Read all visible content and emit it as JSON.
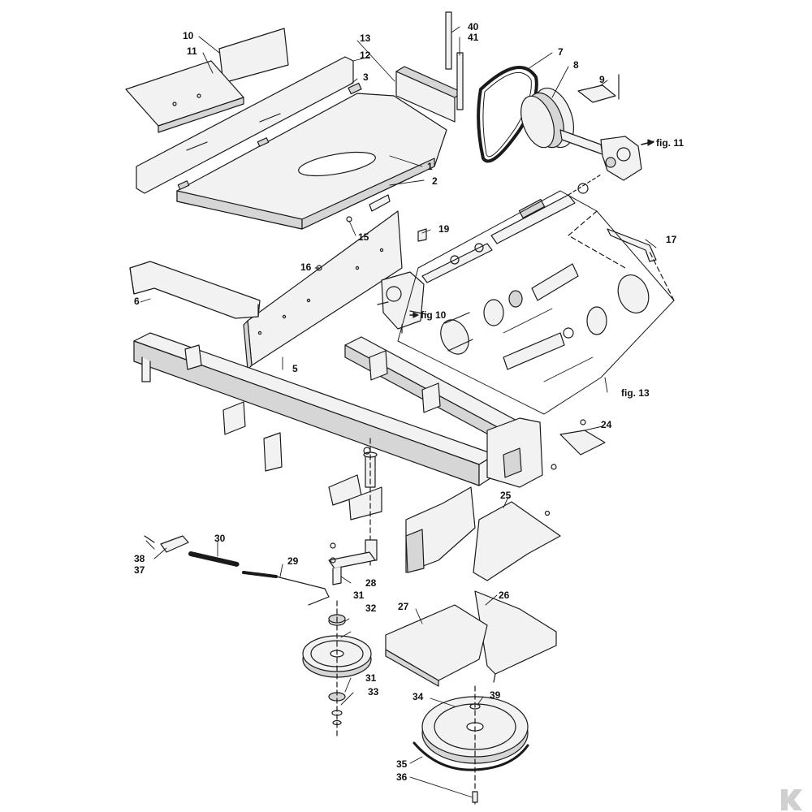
{
  "diagram": {
    "colors": {
      "line": "#1a1a1a",
      "part_fill": "#f2f2f2",
      "shade": "#d6d6d6",
      "background": "#ffffff",
      "logo": "#cfcfcf"
    },
    "callouts": [
      {
        "id": "c1",
        "text": "1"
      },
      {
        "id": "c2",
        "text": "2"
      },
      {
        "id": "c3",
        "text": "3"
      },
      {
        "id": "c5",
        "text": "5"
      },
      {
        "id": "c6",
        "text": "6"
      },
      {
        "id": "c7",
        "text": "7"
      },
      {
        "id": "c8",
        "text": "8"
      },
      {
        "id": "c9",
        "text": "9"
      },
      {
        "id": "c10",
        "text": "10"
      },
      {
        "id": "c11",
        "text": "11"
      },
      {
        "id": "c12",
        "text": "12"
      },
      {
        "id": "c13",
        "text": "13"
      },
      {
        "id": "c15",
        "text": "15"
      },
      {
        "id": "c16",
        "text": "16"
      },
      {
        "id": "c17",
        "text": "17"
      },
      {
        "id": "c19",
        "text": "19"
      },
      {
        "id": "c24",
        "text": "24"
      },
      {
        "id": "c25",
        "text": "25"
      },
      {
        "id": "c26",
        "text": "26"
      },
      {
        "id": "c27",
        "text": "27"
      },
      {
        "id": "c28",
        "text": "28"
      },
      {
        "id": "c29",
        "text": "29"
      },
      {
        "id": "c30",
        "text": "30"
      },
      {
        "id": "c31a",
        "text": "31"
      },
      {
        "id": "c31b",
        "text": "31"
      },
      {
        "id": "c32",
        "text": "32"
      },
      {
        "id": "c33",
        "text": "33"
      },
      {
        "id": "c34",
        "text": "34"
      },
      {
        "id": "c35",
        "text": "35"
      },
      {
        "id": "c36",
        "text": "36"
      },
      {
        "id": "c37",
        "text": "37"
      },
      {
        "id": "c38",
        "text": "38"
      },
      {
        "id": "c39",
        "text": "39"
      },
      {
        "id": "c40",
        "text": "40"
      },
      {
        "id": "c41",
        "text": "41"
      }
    ],
    "figure_refs": [
      {
        "id": "fig11",
        "text": "fig. 11"
      },
      {
        "id": "fig10",
        "text": "fig 10"
      },
      {
        "id": "fig13",
        "text": "fig. 13"
      }
    ],
    "logo_icon": "k-logo-icon"
  }
}
